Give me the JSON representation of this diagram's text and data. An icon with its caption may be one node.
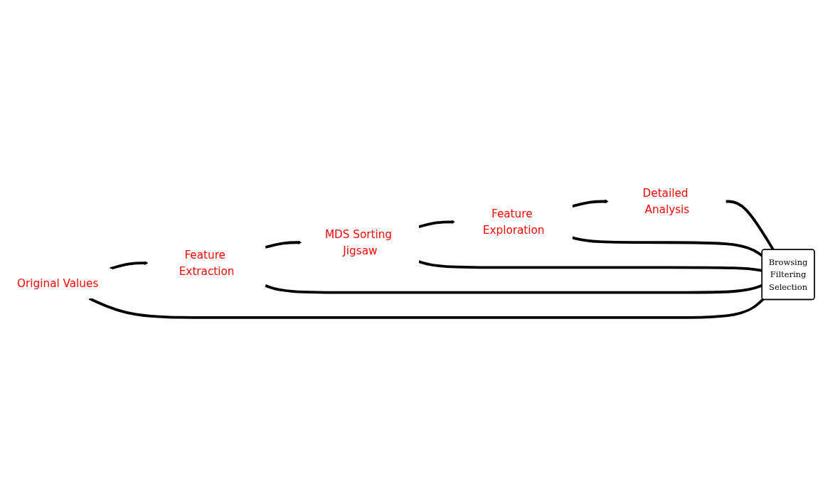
{
  "diagram": {
    "nodes": [
      {
        "text": [
          "MDS Sorting Jigsaw"
        ]
      },
      {
        "text": [
          "Feature Extraction"
        ]
      },
      {
        "text": [
          "Feature Exploration"
        ]
      },
      {
        "text": [
          "Browsing",
          "Filtering",
          "Selection"
        ]
      },
      {
        "text": [
          "Original Values"
        ]
      },
      {
        "text": [
          "Detailed Analysis"
        ]
      }
    ],
    "edges": [
      {
        "from": 4,
        "to": 1,
        "arrow": "to"
      },
      {
        "from": 1,
        "to": 0,
        "arrow": "to"
      },
      {
        "from": 0,
        "to": 2,
        "arrow": "to"
      },
      {
        "from": 2,
        "to": 5,
        "arrow": "to"
      },
      {
        "from": 1,
        "to": 3,
        "arrow": "none"
      },
      {
        "from": 0,
        "to": 3,
        "arrow": "none"
      },
      {
        "from": 2,
        "to": 3,
        "arrow": "none"
      },
      {
        "from": 4,
        "to": 3,
        "arrow": "none"
      },
      {
        "from": 5,
        "to": 3,
        "arrow": "none"
      }
    ]
  }
}
